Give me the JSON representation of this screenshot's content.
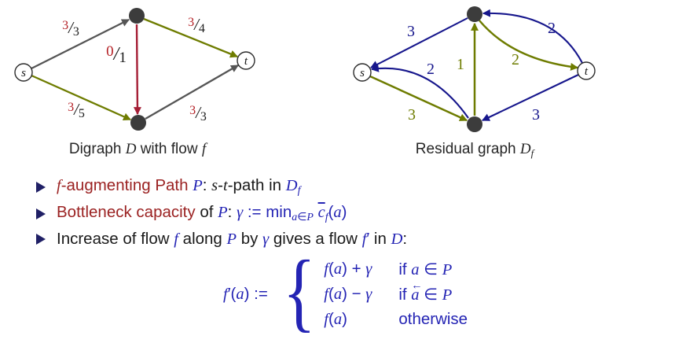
{
  "palette": {
    "flow_value_red": "#b42025",
    "definition_dark_red": "#9b2222",
    "path_backward_edge_red": "#a51e35",
    "path_forward_olive": "#6e7c00",
    "math_blue": "#2424b4",
    "residual_edge_blue": "#16168c",
    "saturated_edge_gray": "#555555",
    "inner_node_dark": "#3c3c3c"
  },
  "sep": "/",
  "left_graph": {
    "caption": [
      {
        "t": "Digraph ",
        "c": ""
      },
      {
        "t": "D",
        "c": "it"
      },
      {
        "t": " with flow ",
        "c": ""
      },
      {
        "t": "f",
        "c": "it"
      }
    ],
    "node_s": "s",
    "node_t": "t",
    "edges": [
      {
        "flow": "3",
        "cap": "3"
      },
      {
        "flow": "3",
        "cap": "4"
      },
      {
        "flow": "0",
        "cap": "1"
      },
      {
        "flow": "3",
        "cap": "5"
      },
      {
        "flow": "3",
        "cap": "3"
      }
    ]
  },
  "right_graph": {
    "caption": [
      {
        "t": "Residual graph ",
        "c": ""
      },
      {
        "t": "D",
        "c": "it"
      },
      {
        "t": "f",
        "c": "it sub"
      }
    ],
    "node_s": "s",
    "node_t": "t",
    "edges": [
      {
        "cap": "3"
      },
      {
        "cap": "2"
      },
      {
        "cap": "2"
      },
      {
        "cap": "1"
      },
      {
        "cap": "3"
      },
      {
        "cap": "2"
      },
      {
        "cap": "3"
      }
    ]
  },
  "bullets": [
    {
      "runs": [
        {
          "t": "f",
          "c": "dr it"
        },
        {
          "t": "-augmenting Path ",
          "c": "dr"
        },
        {
          "t": "P",
          "c": "bl it"
        },
        {
          "t": ": ",
          "c": "bk"
        },
        {
          "t": "s",
          "c": "bk it"
        },
        {
          "t": "-",
          "c": "bk"
        },
        {
          "t": "t",
          "c": "bk it"
        },
        {
          "t": "-path in ",
          "c": "bk"
        },
        {
          "t": "D",
          "c": "bl it"
        },
        {
          "t": "f",
          "c": "bl it sub"
        }
      ]
    },
    {
      "runs": [
        {
          "t": "Bottleneck capacity ",
          "c": "dr"
        },
        {
          "t": "of ",
          "c": "bk"
        },
        {
          "t": "P",
          "c": "bl it"
        },
        {
          "t": ": ",
          "c": "bk"
        },
        {
          "t": "γ",
          "c": "bl it"
        },
        {
          "t": " := min",
          "c": "bl"
        },
        {
          "t": "a",
          "c": "bl it sub"
        },
        {
          "t": "∈",
          "c": "bl sub"
        },
        {
          "t": "P",
          "c": "bl it sub"
        },
        {
          "t": " ",
          "c": "bk"
        },
        {
          "t": "c",
          "c": "bl it ovl"
        },
        {
          "t": "f",
          "c": "bl it sub"
        },
        {
          "t": "(",
          "c": "bl"
        },
        {
          "t": "a",
          "c": "bl it"
        },
        {
          "t": ")",
          "c": "bl"
        }
      ]
    },
    {
      "runs": [
        {
          "t": "Increase of flow ",
          "c": "bk"
        },
        {
          "t": "f",
          "c": "bl it"
        },
        {
          "t": " along ",
          "c": "bk"
        },
        {
          "t": "P",
          "c": "bl it"
        },
        {
          "t": " by ",
          "c": "bk"
        },
        {
          "t": "γ",
          "c": "bl it"
        },
        {
          "t": " gives a flow ",
          "c": "bk"
        },
        {
          "t": "f",
          "c": "bl it"
        },
        {
          "t": "′",
          "c": "bl"
        },
        {
          "t": " in ",
          "c": "bk"
        },
        {
          "t": "D",
          "c": "bl it"
        },
        {
          "t": ":",
          "c": "bk"
        }
      ]
    }
  ],
  "formula": {
    "lhs": [
      {
        "t": "f",
        "c": "it"
      },
      {
        "t": "′(",
        "c": ""
      },
      {
        "t": "a",
        "c": "it"
      },
      {
        "t": ") := ",
        "c": ""
      }
    ],
    "brace": "{",
    "rows": [
      {
        "expr": [
          {
            "t": "f",
            "c": "it"
          },
          {
            "t": "(",
            "c": ""
          },
          {
            "t": "a",
            "c": "it"
          },
          {
            "t": ") + ",
            "c": ""
          },
          {
            "t": "γ",
            "c": "it"
          }
        ],
        "cond": [
          {
            "t": "if ",
            "c": ""
          },
          {
            "t": "a",
            "c": "it"
          },
          {
            "t": " ∈ ",
            "c": ""
          },
          {
            "t": "P",
            "c": "it"
          }
        ]
      },
      {
        "expr": [
          {
            "t": "f",
            "c": "it"
          },
          {
            "t": "(",
            "c": ""
          },
          {
            "t": "a",
            "c": "it"
          },
          {
            "t": ") − ",
            "c": ""
          },
          {
            "t": "γ",
            "c": "it"
          }
        ],
        "cond": [
          {
            "t": "if ",
            "c": ""
          },
          {
            "t": "a",
            "c": "ola it"
          },
          {
            "t": " ∈ ",
            "c": ""
          },
          {
            "t": "P",
            "c": "it"
          }
        ]
      },
      {
        "expr": [
          {
            "t": "f",
            "c": "it"
          },
          {
            "t": "(",
            "c": ""
          },
          {
            "t": "a",
            "c": "it"
          },
          {
            "t": ")",
            "c": ""
          }
        ],
        "cond": [
          {
            "t": "otherwise",
            "c": ""
          }
        ]
      }
    ]
  }
}
